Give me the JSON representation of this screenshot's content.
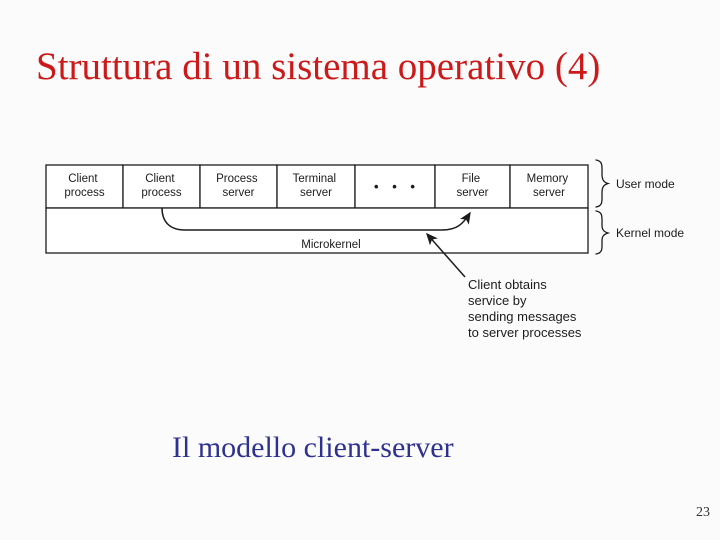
{
  "slide": {
    "title": "Struttura di un sistema operativo (4)",
    "caption": "Il modello client-server",
    "page_number": "23"
  },
  "diagram": {
    "boxes": [
      {
        "line1": "Client",
        "line2": "process"
      },
      {
        "line1": "Client",
        "line2": "process"
      },
      {
        "line1": "Process",
        "line2": "server"
      },
      {
        "line1": "Terminal",
        "line2": "server"
      },
      {
        "line1": "• • •",
        "line2": ""
      },
      {
        "line1": "File",
        "line2": "server"
      },
      {
        "line1": "Memory",
        "line2": "server"
      }
    ],
    "microkernel_label": "Microkernel",
    "user_mode_label": "User mode",
    "kernel_mode_label": "Kernel mode",
    "annotation": {
      "line1": "Client obtains",
      "line2": "service by",
      "line3": "sending messages",
      "line4": "to server processes"
    }
  },
  "colors": {
    "title": "#cc1a1a",
    "caption": "#2f3191",
    "line": "#1c1c1c"
  }
}
